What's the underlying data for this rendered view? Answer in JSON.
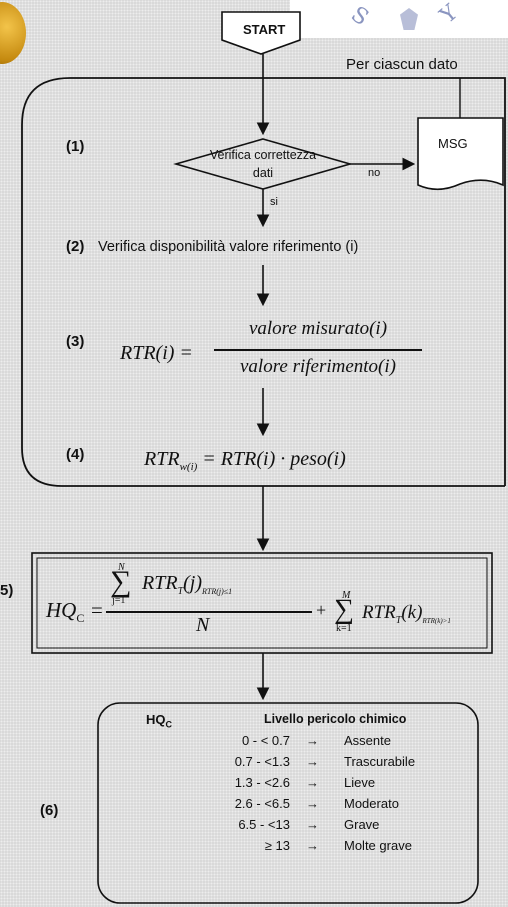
{
  "start": {
    "label": "START"
  },
  "loop": {
    "label": "Per ciascun dato"
  },
  "steps": {
    "s1": {
      "no": "(1)",
      "text_line1": "Verifica correttezza",
      "text_line2": "dati"
    },
    "s2": {
      "no": "(2)",
      "text": "Verifica disponibilità valore riferimento (i)"
    },
    "s3": {
      "no": "(3)",
      "lhs": "RTR(i) =",
      "numerator": "valore misurato(i)",
      "denominator": "valore riferimento(i)"
    },
    "s4": {
      "no": "(4)",
      "lhs": "RTR",
      "sub": "w(i)",
      "rhs": "= RTR(i) · peso(i)"
    },
    "s5": {
      "no": "5)",
      "lhs": "HQ",
      "lhs_sub": "C",
      "eq": "=",
      "sum_top": "N",
      "sum_bot": "j=1",
      "sum_term": "RTR",
      "sum_term_sub": "T",
      "sum_arg": "(j)",
      "sum_cond": "RTR(j)≤1",
      "denominator": "N",
      "plus": "+",
      "sum2_top": "M",
      "sum2_bot": "k=1",
      "sum2_term": "RTR",
      "sum2_term_sub": "T",
      "sum2_arg": "(k)",
      "sum2_cond": "RTR(k)>1"
    },
    "s6": {
      "no": "(6)"
    }
  },
  "msg": {
    "label": "MSG"
  },
  "edges": {
    "no": "no",
    "si": "si"
  },
  "table": {
    "header_left": "HQ",
    "header_left_sub": "C",
    "header_right": "Livello pericolo chimico",
    "arrow": "→",
    "rows": [
      {
        "range": "0 - < 0.7",
        "level": "Assente"
      },
      {
        "range": "0.7 - <1.3",
        "level": "Trascurabile"
      },
      {
        "range": "1.3 - <2.6",
        "level": "Lieve"
      },
      {
        "range": "2.6 - <6.5",
        "level": "Moderato"
      },
      {
        "range": "6.5 - <13",
        "level": "Grave"
      },
      {
        "range": "≥ 13",
        "level": "Molte grave"
      }
    ]
  },
  "watermark": {
    "letters": [
      "S",
      "Y"
    ]
  },
  "colors": {
    "line": "#111111",
    "box_fill": "#ffffff",
    "coin": "#d9a11e"
  }
}
